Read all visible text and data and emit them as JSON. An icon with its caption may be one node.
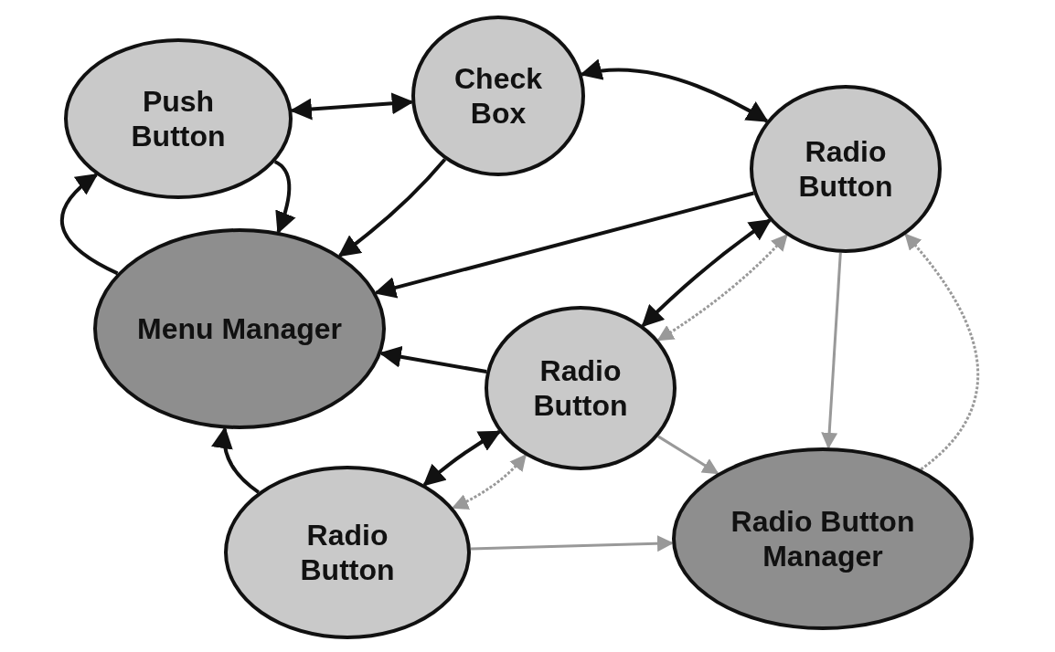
{
  "diagram": {
    "nodes": [
      {
        "text": [
          "Push Button"
        ]
      },
      {
        "text": [
          "Check Box"
        ]
      },
      {
        "text": [
          "Radio Button"
        ]
      },
      {
        "text": [
          "Menu Manager"
        ]
      },
      {
        "text": [
          "Radio Button"
        ]
      },
      {
        "text": [
          "Radio Button"
        ]
      },
      {
        "text": [
          "Radio Button Manager"
        ]
      }
    ],
    "edges": [
      {
        "from": 0,
        "to": 1,
        "arrow": "both"
      },
      {
        "from": 1,
        "to": 2,
        "arrow": "both"
      },
      {
        "from": 0,
        "to": 3,
        "arrow": "to"
      },
      {
        "from": 3,
        "to": 0,
        "arrow": "to"
      },
      {
        "from": 1,
        "to": 3,
        "arrow": "to"
      },
      {
        "from": 2,
        "to": 3,
        "arrow": "to"
      },
      {
        "from": 4,
        "to": 3,
        "arrow": "to"
      },
      {
        "from": 5,
        "to": 3,
        "arrow": "to"
      },
      {
        "from": 2,
        "to": 4,
        "arrow": "both"
      },
      {
        "from": 2,
        "to": 4,
        "arrow": "both",
        "color": "#999999",
        "style": "dashed"
      },
      {
        "from": 4,
        "to": 5,
        "arrow": "both"
      },
      {
        "from": 4,
        "to": 5,
        "arrow": "both",
        "color": "#999999",
        "style": "dashed"
      },
      {
        "from": 2,
        "to": 6,
        "arrow": "to",
        "color": "#999999"
      },
      {
        "from": 4,
        "to": 6,
        "arrow": "to",
        "color": "#999999"
      },
      {
        "from": 5,
        "to": 6,
        "arrow": "to",
        "color": "#999999"
      },
      {
        "from": 6,
        "to": 2,
        "arrow": "to",
        "color": "#999999",
        "style": "dashed"
      }
    ]
  }
}
